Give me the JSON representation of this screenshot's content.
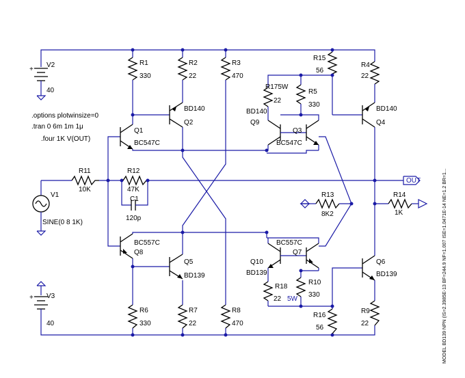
{
  "directives": [
    ".options plotwinsize=0",
    ".tran 0 6m 1m 1μ",
    ".four 1K V(OUT)"
  ],
  "model_text": "MODEL BD139 NPN (IS=2.3985E-13 BF=244.9 NF=1.007 ISE=1.0471E-14 NE=1.2 BR=1...",
  "accent_color": "#1a1aa6",
  "components": {
    "V2": {
      "name": "V2",
      "value": "40"
    },
    "V3": {
      "name": "V3",
      "value": "40"
    },
    "V1": {
      "name": "V1",
      "value": "SINE(0 8 1K)"
    },
    "R1": {
      "name": "R1",
      "value": "330"
    },
    "R2": {
      "name": "R2",
      "value": "22"
    },
    "R3": {
      "name": "R3",
      "value": "470"
    },
    "R4": {
      "name": "R4",
      "value": "22"
    },
    "R5": {
      "name": "R5",
      "value": "330"
    },
    "R6": {
      "name": "R6",
      "value": "330"
    },
    "R7": {
      "name": "R7",
      "value": "22"
    },
    "R8": {
      "name": "R8",
      "value": "470"
    },
    "R9": {
      "name": "R9",
      "value": "22"
    },
    "R10": {
      "name": "R10",
      "value": "330"
    },
    "R11": {
      "name": "R11",
      "value": "10K"
    },
    "R12": {
      "name": "R12",
      "value": "47K"
    },
    "R13": {
      "name": "R13",
      "value": "8K2"
    },
    "R14": {
      "name": "R14",
      "value": "1K"
    },
    "R15": {
      "name": "R15",
      "value": "56"
    },
    "R16": {
      "name": "R16",
      "value": "56"
    },
    "R17": {
      "name": "R17",
      "value": "22",
      "extra": "5W"
    },
    "R18": {
      "name": "R18",
      "value": "22",
      "extra": "5W"
    },
    "C1": {
      "name": "C1",
      "value": "120p"
    },
    "Q1": {
      "name": "Q1",
      "value": "BC547C"
    },
    "Q2": {
      "name": "Q2",
      "value": "BD140"
    },
    "Q3": {
      "name": "Q3",
      "value": "BC547C"
    },
    "Q4": {
      "name": "Q4",
      "value": "BD140"
    },
    "Q5": {
      "name": "Q5",
      "value": "BD139"
    },
    "Q6": {
      "name": "Q6",
      "value": "BD139"
    },
    "Q7": {
      "name": "Q7",
      "value": "BC557C"
    },
    "Q8": {
      "name": "Q8",
      "value": "BC557C"
    },
    "Q9": {
      "name": "Q9",
      "value": "BD140"
    },
    "Q10": {
      "name": "Q10",
      "value": "BD139"
    }
  },
  "net_out": "OUT"
}
